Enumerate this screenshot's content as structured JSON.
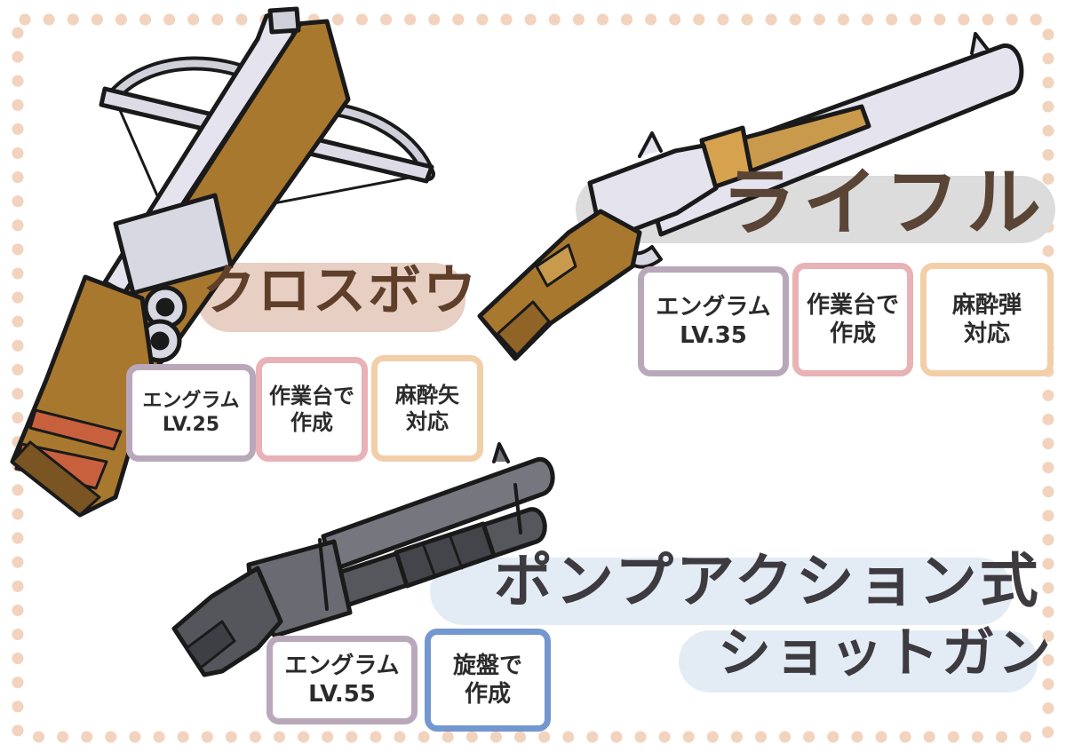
{
  "colors": {
    "dot_border": "#f2d3bd",
    "crossbow_band": "#e8cfc3",
    "rifle_band": "#dcdcdc",
    "shotgun_band": "#e3ecf5",
    "tag_purple": "#b9a8ba",
    "tag_pink": "#e8b2b6",
    "tag_peach": "#f2cfa9",
    "tag_blue": "#7397cf",
    "wood": "#a9782f",
    "metal_light": "#e6e4ef",
    "metal_dark": "#56575d"
  },
  "icons": [
    "crossbow-illustration",
    "rifle-illustration",
    "shotgun-illustration"
  ],
  "crossbow": {
    "title": "クロスボウ",
    "tags": [
      {
        "line1": "エングラム",
        "line2": "LV.25"
      },
      {
        "line1": "作業台で",
        "line2": "作成"
      },
      {
        "line1": "麻酔矢",
        "line2": "対応"
      }
    ]
  },
  "rifle": {
    "title": "ライフル",
    "tags": [
      {
        "line1": "エングラム",
        "line2": "LV.35"
      },
      {
        "line1": "作業台で",
        "line2": "作成"
      },
      {
        "line1": "麻酔弾",
        "line2": "対応"
      }
    ]
  },
  "shotgun": {
    "title_line1": "ポンプアクション式",
    "title_line2": "ショットガン",
    "tags": [
      {
        "line1": "エングラム",
        "line2": "LV.55"
      },
      {
        "line1": "旋盤で",
        "line2": "作成"
      }
    ]
  }
}
